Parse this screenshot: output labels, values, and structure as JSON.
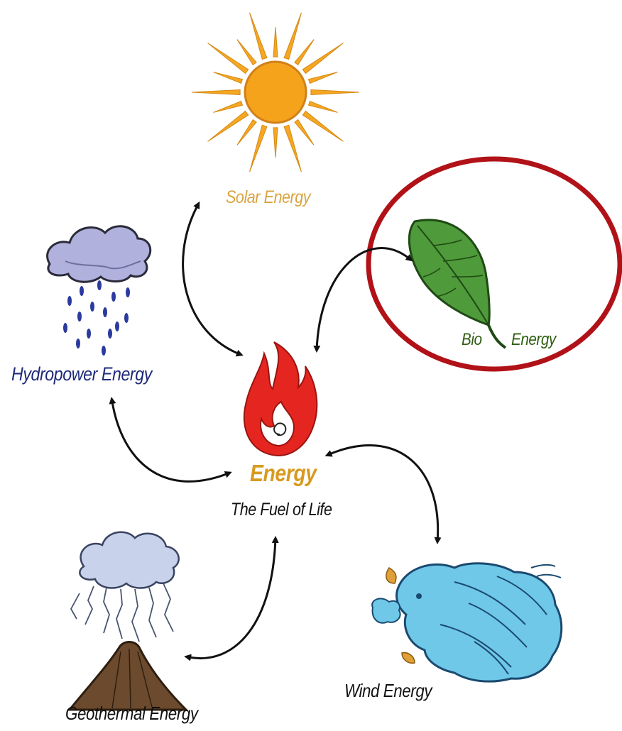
{
  "diagram": {
    "center": {
      "title": "Energy",
      "subtitle": "The Fuel of Life"
    },
    "sources": {
      "solar": {
        "label": "Solar Energy",
        "icon": "sun-icon"
      },
      "hydro": {
        "label": "Hydropower Energy",
        "icon": "rain-cloud-icon"
      },
      "bio": {
        "label_part1": "Bio",
        "label_part2": "Energy",
        "icon": "leaf-icon",
        "highlighted": true
      },
      "wind": {
        "label": "Wind Energy",
        "icon": "wind-face-icon"
      },
      "geothermal": {
        "label": "Geothermal Energy",
        "icon": "volcano-icon"
      }
    },
    "colors": {
      "highlight_ring": "#b01218",
      "sun": "#f5a623",
      "flame": "#e52620",
      "leaf": "#4f9a3a",
      "wind": "#6fc8e8",
      "cloud": "#a9abd6",
      "volcano": "#6b4a2e"
    }
  }
}
